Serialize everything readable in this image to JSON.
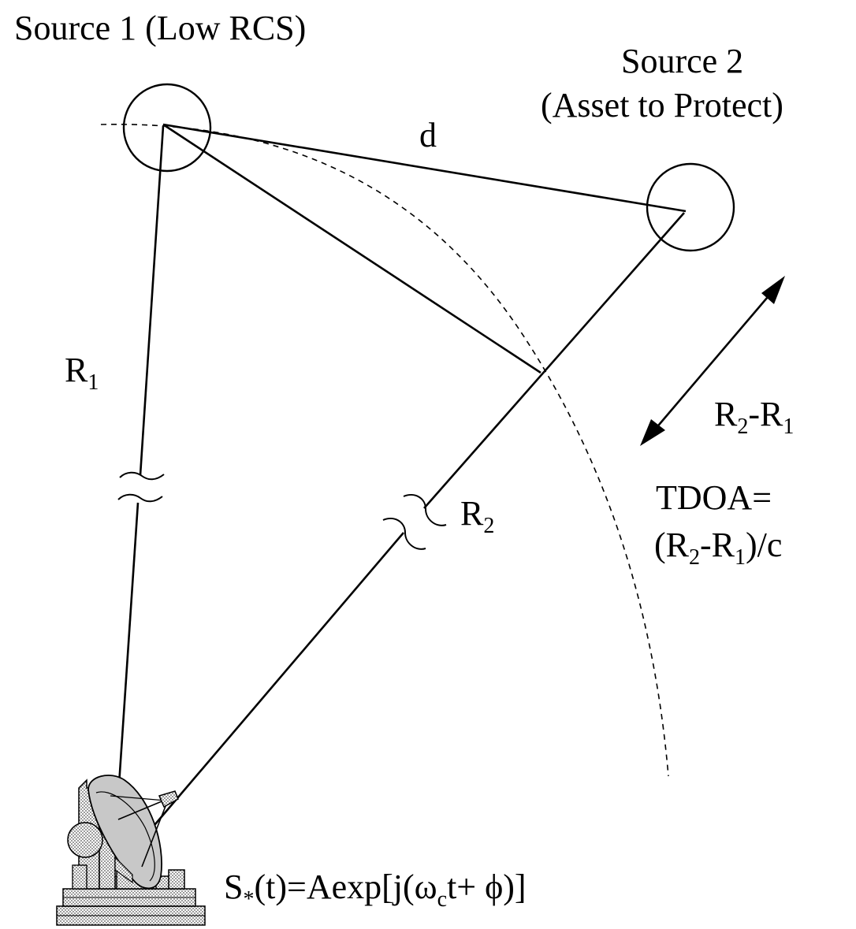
{
  "source1": {
    "label": "Source 1 (Low RCS)"
  },
  "source2": {
    "line1": "Source 2",
    "line2": "(Asset to Protect)"
  },
  "d_label": "d",
  "r1_label": {
    "main": "R",
    "sub": "1"
  },
  "r2_label": {
    "main": "R",
    "sub": "2"
  },
  "diff_label": {
    "a": "R",
    "a_sub": "2",
    "dash": "-R",
    "b_sub": "1"
  },
  "tdoa": {
    "line1": "TDOA=",
    "line2_open": "(R",
    "line2_sub1": "2",
    "line2_mid": "-R",
    "line2_sub2": "1",
    "line2_close": ")/c"
  },
  "signal_eq": {
    "s": "S",
    "star": "*",
    "rest1": "(t)=Aexp[j(ω",
    "c": "c",
    "rest2": "t+ ϕ)]"
  },
  "colors": {
    "ink": "#000000",
    "dish_fill": "#c8c8c8",
    "background": "#ffffff"
  },
  "icons": {
    "antenna": "satellite-dish-antenna-icon",
    "arrow": "double-headed-arrow"
  }
}
